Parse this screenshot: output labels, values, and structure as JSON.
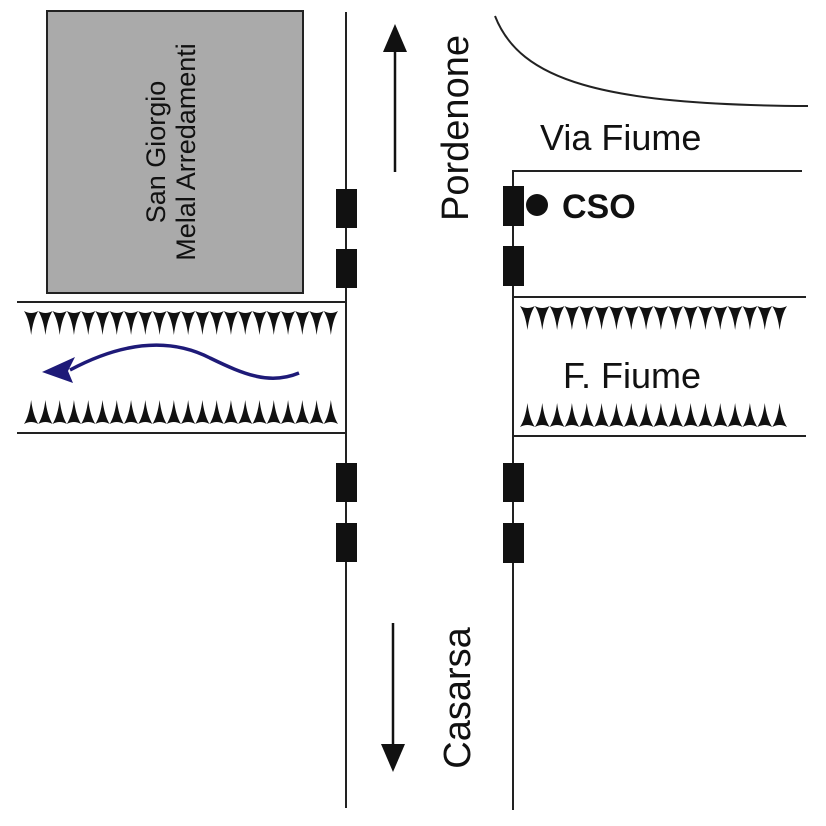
{
  "building": {
    "line1": "San Giorgio",
    "line2": "Melal Arredamenti",
    "fill": "#aaaaaa"
  },
  "roads": {
    "north_label": "Pordenone",
    "south_label": "Casarsa",
    "side_street": "Via Fiume"
  },
  "river": {
    "name": "F. Fiume",
    "flow_direction": "west",
    "flow_color": "#1e1a78",
    "left_bank_triangles": 22,
    "right_bank_triangles": 18
  },
  "station": {
    "label": "CSO"
  }
}
